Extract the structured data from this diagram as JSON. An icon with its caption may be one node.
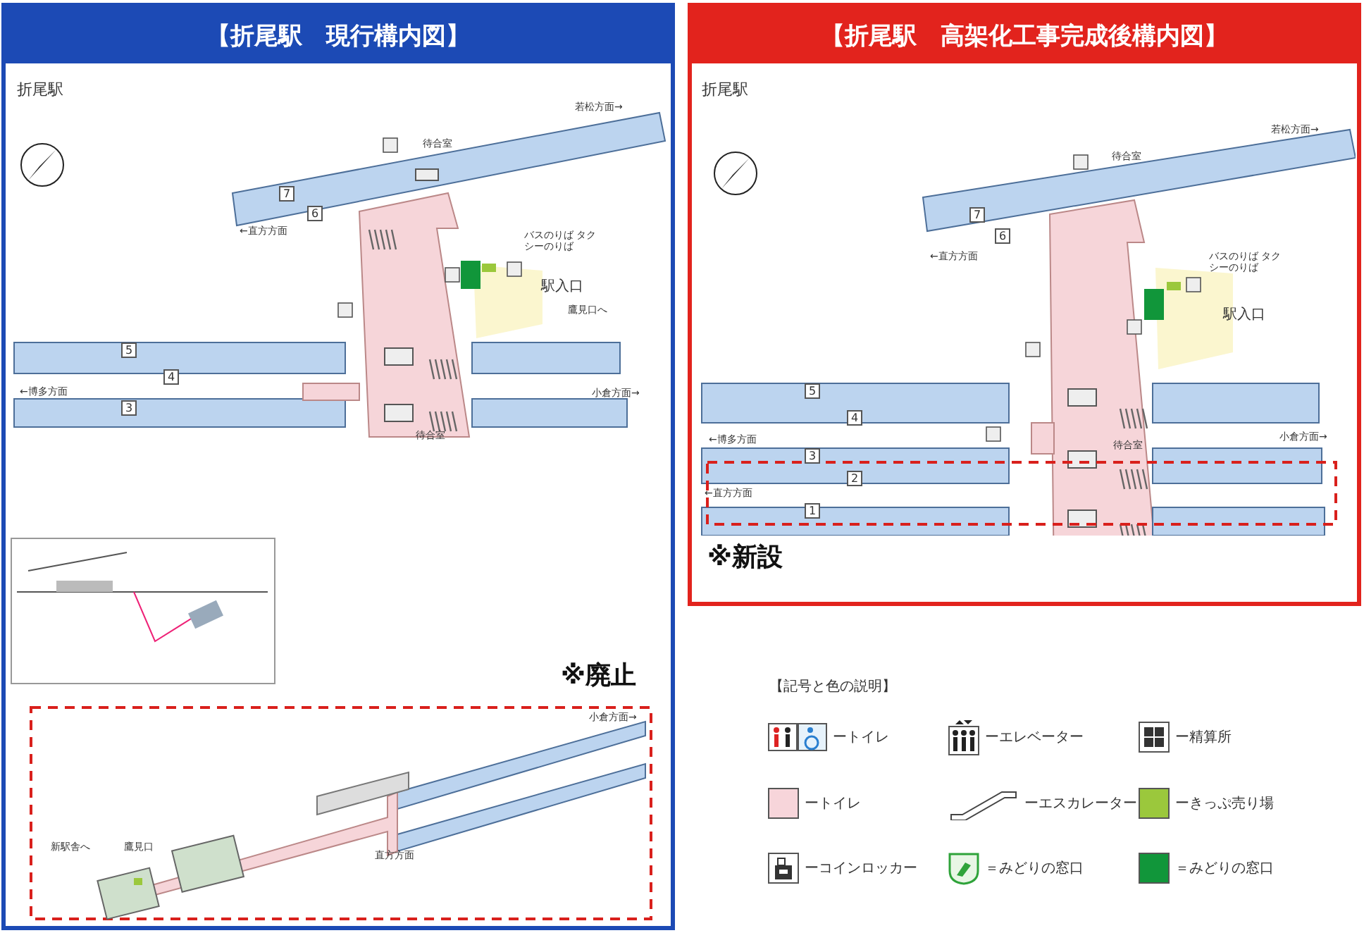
{
  "diagram": {
    "nodes": [
      {
        "text": [
          "【折尾駅　現行構内図】"
        ]
      },
      {
        "text": [
          "【折尾駅　高架化工事完成後構内図】"
        ]
      }
    ],
    "labels": [
      "折尾駅",
      "若松方面→",
      "7",
      "6",
      "←直方方面",
      "待合室",
      "バスのりば タクシーのりば",
      "駅入口",
      "鷹見口へ",
      "5",
      "4",
      "←博多方面",
      "3",
      "小倉方面→",
      "待合室",
      "※廃止",
      "小倉方面→",
      "新駅舎へ",
      "鷹見口",
      "直方方面",
      "折尾駅",
      "若松方面→",
      "待合室",
      "7",
      "6",
      "←直方方面",
      "バスのりば タクシーのりば",
      "駅入口",
      "5",
      "4",
      "←博多方面",
      "小倉方面→",
      "待合室",
      "3",
      "2",
      "←直方方面",
      "1",
      "※新設",
      "【記号と色の説明】"
    ],
    "legend": [
      {
        "text": "ートイレ"
      },
      {
        "text": "ーエレベーター"
      },
      {
        "text": "ー精算所"
      },
      {
        "text": "ートイレ",
        "color": "#f7d5da"
      },
      {
        "text": "ーエスカレーター"
      },
      {
        "text": "ーきっぷ売り場",
        "color": "#9bc83c"
      },
      {
        "text": "ーコインロッカー"
      },
      {
        "text": "＝みどりの窓口"
      },
      {
        "text": "＝みどりの窓口",
        "color": "#11963a"
      }
    ]
  }
}
